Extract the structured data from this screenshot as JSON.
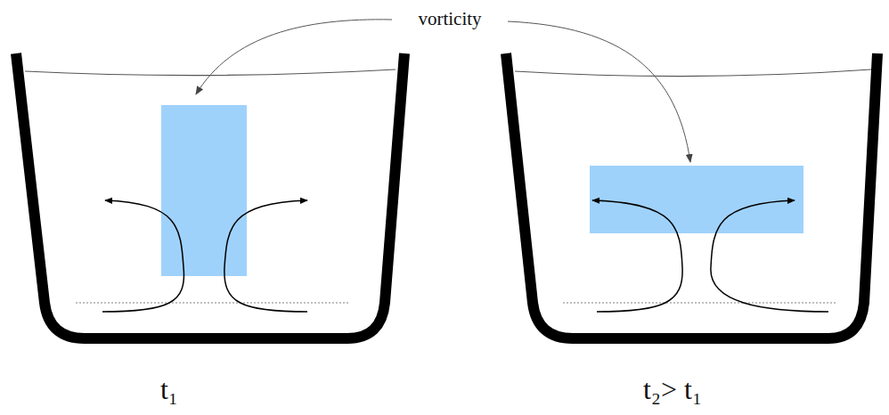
{
  "diagram": {
    "labels": [
      "vorticity",
      "t₁",
      "t₂> t₁"
    ]
  }
}
